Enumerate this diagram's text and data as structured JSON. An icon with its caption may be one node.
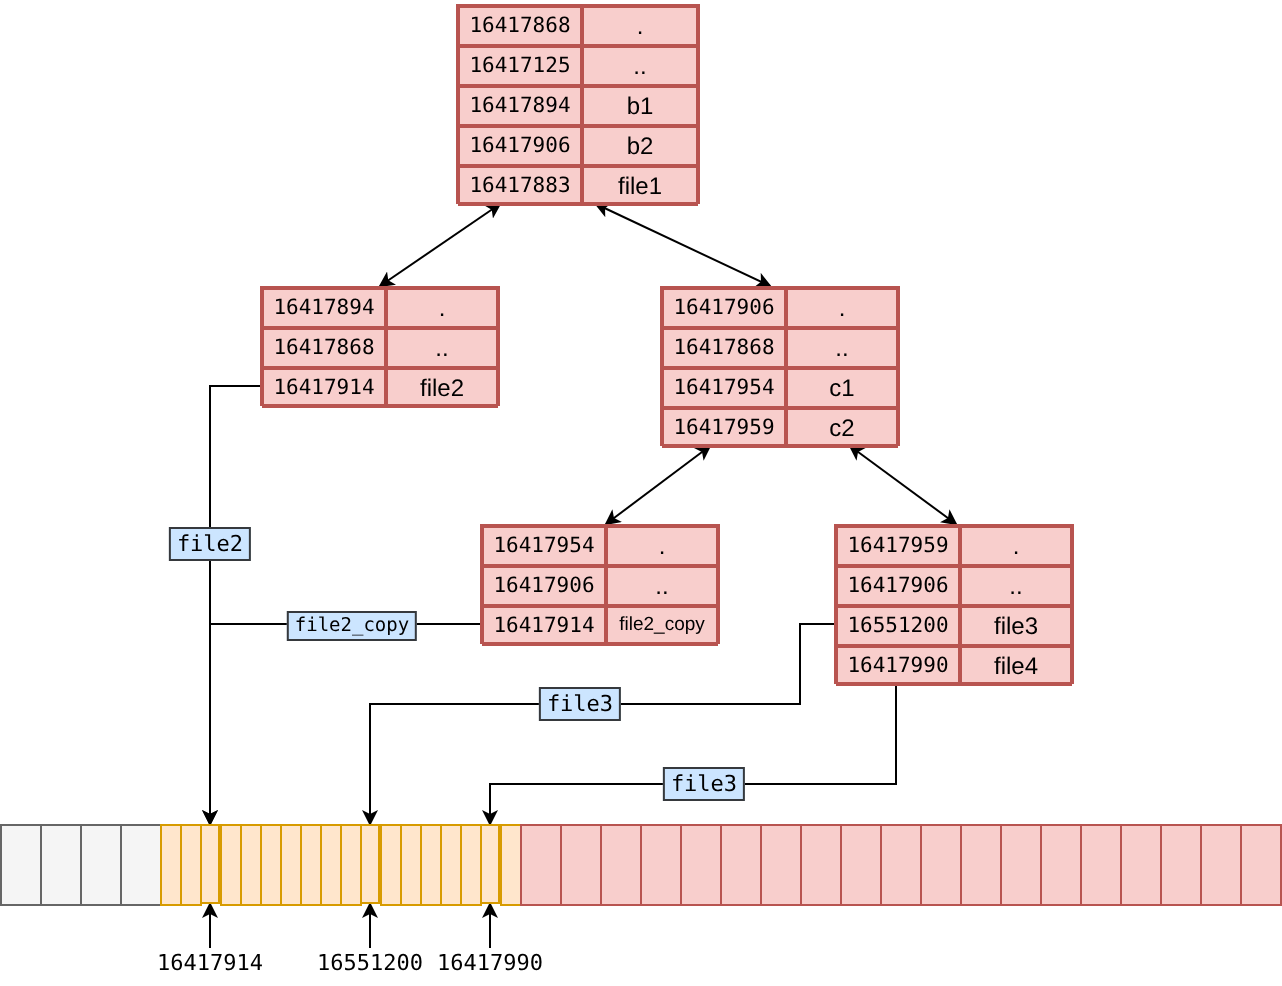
{
  "diagram": {
    "nodes": [
      {
        "text": [
          "16417868",
          ".",
          "16417125",
          "..",
          "16417894",
          "b1",
          "16417906",
          "b2",
          "16417883",
          "file1"
        ]
      },
      {
        "text": [
          "16417894",
          ".",
          "16417868",
          "..",
          "16417914",
          "file2"
        ]
      },
      {
        "text": [
          "16417906",
          ".",
          "16417868",
          "..",
          "16417954",
          "c1",
          "16417959",
          "c2"
        ]
      },
      {
        "text": [
          "16417954",
          ".",
          "16417906",
          "..",
          "16417914",
          "file2_copy"
        ]
      },
      {
        "text": [
          "16417959",
          ".",
          "16417906",
          "..",
          "16551200",
          "file3",
          "16417990",
          "file4"
        ]
      },
      {
        "text": [],
        "shape": "box"
      },
      {
        "text": [],
        "shape": "box"
      },
      {
        "text": [],
        "shape": "box"
      },
      {
        "text": [
          "16417914"
        ]
      },
      {
        "text": [
          "16551200"
        ]
      },
      {
        "text": [
          "16417990"
        ]
      }
    ],
    "edges": [
      {
        "from": 0,
        "to": 1,
        "arrow": "both"
      },
      {
        "from": 0,
        "to": 2,
        "arrow": "both"
      },
      {
        "from": 2,
        "to": 3,
        "arrow": "both"
      },
      {
        "from": 2,
        "to": 4,
        "arrow": "both"
      },
      {
        "from": 1,
        "to": 5,
        "arrow": "to",
        "label": "file2"
      },
      {
        "from": 3,
        "to": 5,
        "arrow": "to",
        "label": "file2_copy"
      },
      {
        "from": 4,
        "to": 6,
        "arrow": "to",
        "label": "file3"
      },
      {
        "from": 4,
        "to": 7,
        "arrow": "to",
        "label": "file3"
      },
      {
        "from": 8,
        "to": 5,
        "arrow": "to"
      },
      {
        "from": 9,
        "to": 6,
        "arrow": "to"
      },
      {
        "from": 10,
        "to": 7,
        "arrow": "to"
      }
    ]
  }
}
